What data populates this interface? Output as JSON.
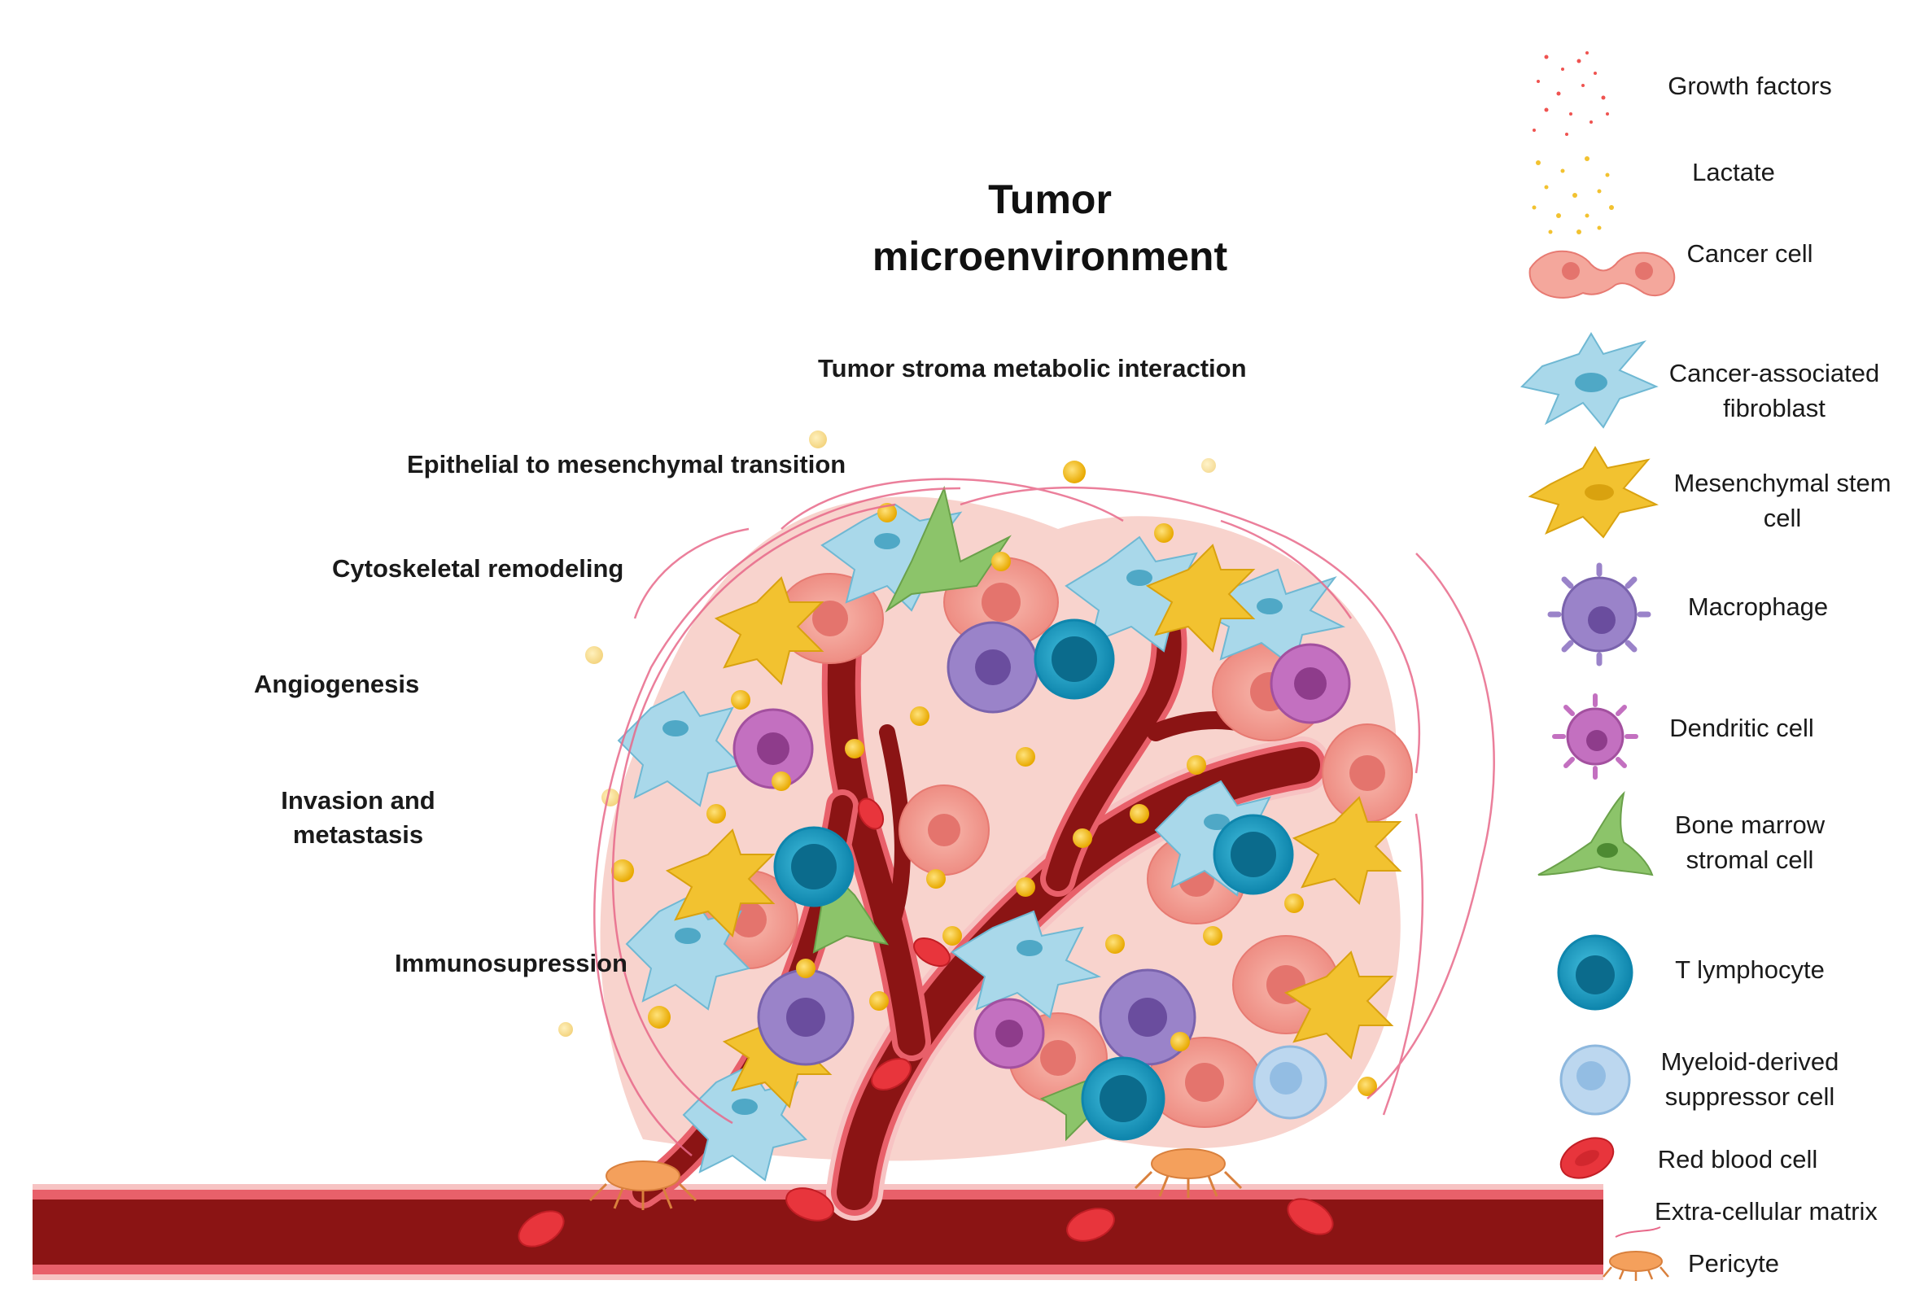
{
  "title": {
    "line1": "Tumor",
    "line2": "microenvironment"
  },
  "processes": {
    "metabolic": "Tumor stroma metabolic interaction",
    "emt": "Epithelial to mesenchymal transition",
    "cytoskeletal": "Cytoskeletal remodeling",
    "angiogenesis": "Angiogenesis",
    "invasion_line1": "Invasion and",
    "invasion_line2": "metastasis",
    "immuno": "Immunosupression"
  },
  "legend": {
    "growth_factors": "Growth factors",
    "lactate": "Lactate",
    "cancer_cell": "Cancer cell",
    "caf_line1": "Cancer-associated",
    "caf_line2": "fibroblast",
    "msc_line1": "Mesenchymal stem",
    "msc_line2": "cell",
    "macrophage": "Macrophage",
    "dendritic": "Dendritic cell",
    "bmsc_line1": "Bone marrow",
    "bmsc_line2": "stromal cell",
    "t_lymphocyte": "T lymphocyte",
    "mdsc_line1": "Myeloid-derived",
    "mdsc_line2": "suppressor cell",
    "rbc": "Red blood cell",
    "ecm": "Extra-cellular matrix",
    "pericyte": "Pericyte"
  },
  "colors": {
    "vessel_dark": "#8b1414",
    "vessel_wall": "#e8606a",
    "vessel_light": "#f7c3c3",
    "cancer_cell": "#f4a79c",
    "caf": "#a9d8ea",
    "msc": "#f2c230",
    "macrophage": "#9a83c9",
    "dendritic": "#c370c0",
    "bmsc": "#8cc46a",
    "t_lymphocyte": "#1aa5c9",
    "mdsc": "#bcd7ef",
    "rbc": "#e8353c",
    "lactate": "#f2c230",
    "growth_factor": "#ef5350",
    "ecm": "#e8698a",
    "pericyte": "#f4a05c"
  }
}
